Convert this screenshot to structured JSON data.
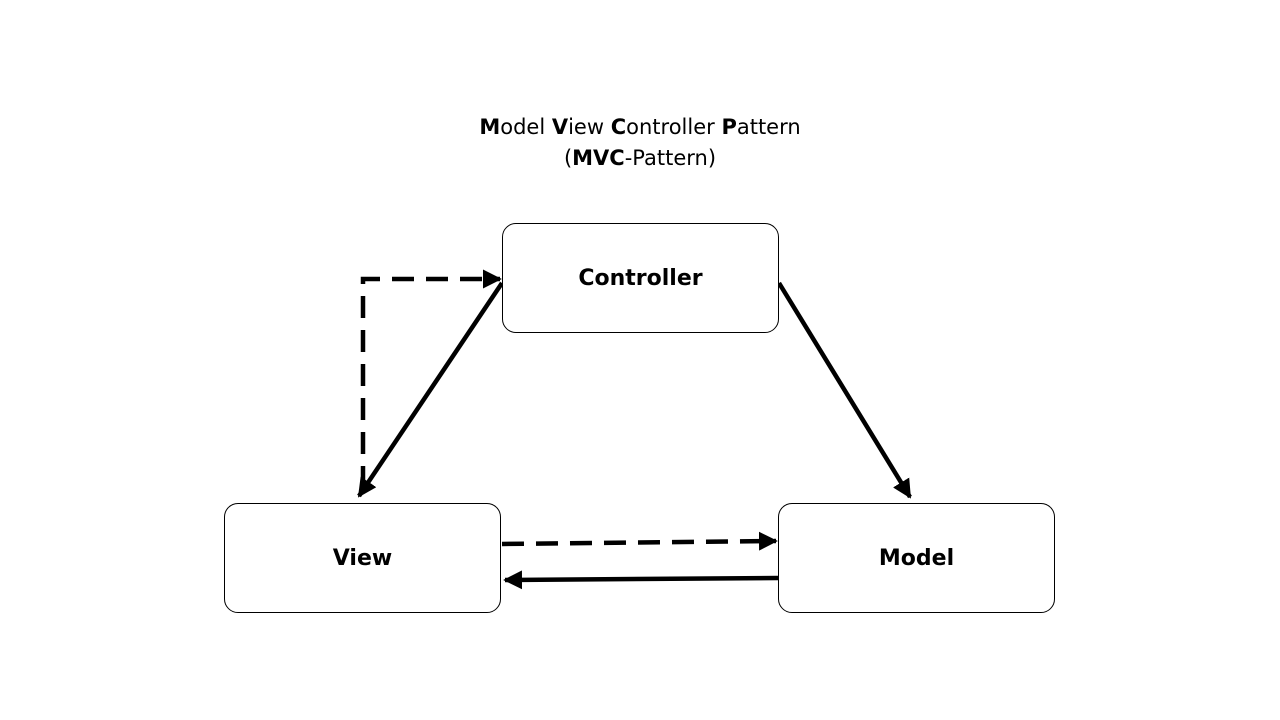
{
  "title": {
    "line1": [
      {
        "bold": "M",
        "rest": "odel "
      },
      {
        "bold": "V",
        "rest": "iew "
      },
      {
        "bold": "C",
        "rest": "ontroller "
      },
      {
        "bold": "P",
        "rest": "attern"
      }
    ],
    "line2": {
      "open": "(",
      "bold": "MVC",
      "rest": "-Pattern)"
    }
  },
  "nodes": {
    "controller": "Controller",
    "view": "View",
    "model": "Model"
  },
  "edges": [
    {
      "from": "Controller",
      "to": "View",
      "style": "solid"
    },
    {
      "from": "Controller",
      "to": "Model",
      "style": "solid"
    },
    {
      "from": "Model",
      "to": "View",
      "style": "solid"
    },
    {
      "from": "View",
      "to": "Model",
      "style": "dashed"
    },
    {
      "from": "View",
      "to": "Controller",
      "style": "dashed"
    }
  ],
  "colors": {
    "line": "#000000",
    "background": "#ffffff"
  }
}
